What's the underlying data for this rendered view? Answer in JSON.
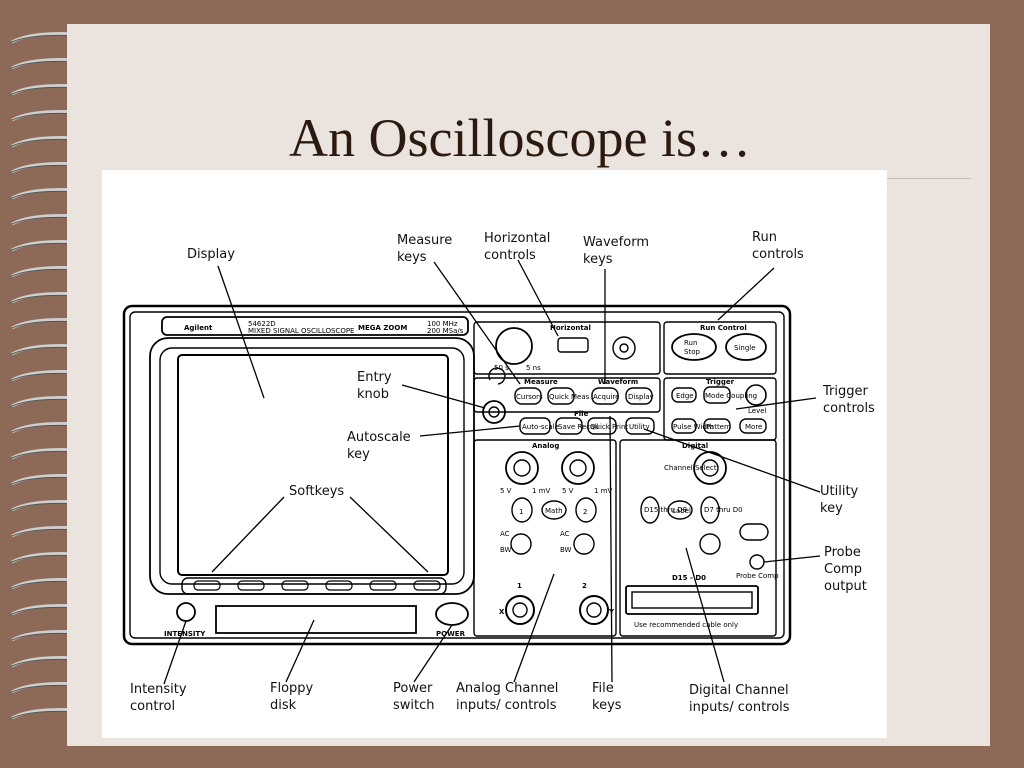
{
  "slide": {
    "title": "An Oscilloscope is…"
  },
  "front_panel": {
    "brand": "Agilent",
    "model": "54622D",
    "series": "MIXED SIGNAL OSCILLOSCOPE",
    "megazoom": "MEGA ZOOM",
    "bandwidth": "100 MHz",
    "sample_rate": "200 MSa/s",
    "sections": {
      "horizontal": "Horizontal",
      "run_control": "Run Control",
      "measure": "Measure",
      "waveform": "Waveform",
      "trigger": "Trigger",
      "file": "File",
      "analog": "Analog",
      "digital": "Digital"
    },
    "buttons": {
      "run_stop_1": "Run",
      "run_stop_2": "Stop",
      "single": "Single",
      "cursors": "Cursors",
      "quick_meas": "Quick Meas",
      "acquire": "Acquire",
      "display": "Display",
      "edge": "Edge",
      "mode_coupling": "Mode Coupling",
      "pulse_width": "Pulse Width",
      "pattern": "Pattern",
      "more": "More",
      "autoscale": "Auto-scale",
      "save_recall": "Save Recall",
      "quick_print": "Quick Print",
      "utility": "Utility",
      "ch1": "1",
      "ch2": "2",
      "math": "Math",
      "label": "Label",
      "d15_d8": "D15 thru D8",
      "d7_d0": "D7 thru D0",
      "level": "Level",
      "channel_select": "Channel Select"
    },
    "marks": {
      "intensity": "INTENSITY",
      "power": "POWER",
      "probe_comp": "Probe Comp",
      "digital_range": "D15 - D0",
      "cable_note": "Use recommended cable only",
      "ac_1": "AC",
      "ac_2": "AC",
      "bw_1": "BW",
      "bw_2": "BW",
      "input_x": "X",
      "input_y": "Y",
      "input_1": "1",
      "input_2": "2",
      "volts_1": "5 V",
      "volts_2": "5 V",
      "mv_1": "1 mV",
      "mv_2": "1 mV",
      "time_50s": "50 s",
      "time_5ns": "5 ns"
    }
  },
  "callouts": {
    "display": "Display",
    "measure_keys": "Measure\nkeys",
    "horizontal_controls": "Horizontal\ncontrols",
    "waveform_keys": "Waveform\nkeys",
    "run_controls": "Run\ncontrols",
    "entry_knob": "Entry\nknob",
    "trigger_controls": "Trigger\ncontrols",
    "autoscale_key": "Autoscale\nkey",
    "softkeys": "Softkeys",
    "utility_key": "Utility\nkey",
    "probe_comp_output": "Probe\nComp\noutput",
    "intensity_control": "Intensity\ncontrol",
    "floppy_disk": "Floppy\ndisk",
    "power_switch": "Power\nswitch",
    "analog_channel": "Analog Channel\ninputs/ controls",
    "file_keys": "File\nkeys",
    "digital_channel": "Digital Channel\ninputs/ controls"
  }
}
